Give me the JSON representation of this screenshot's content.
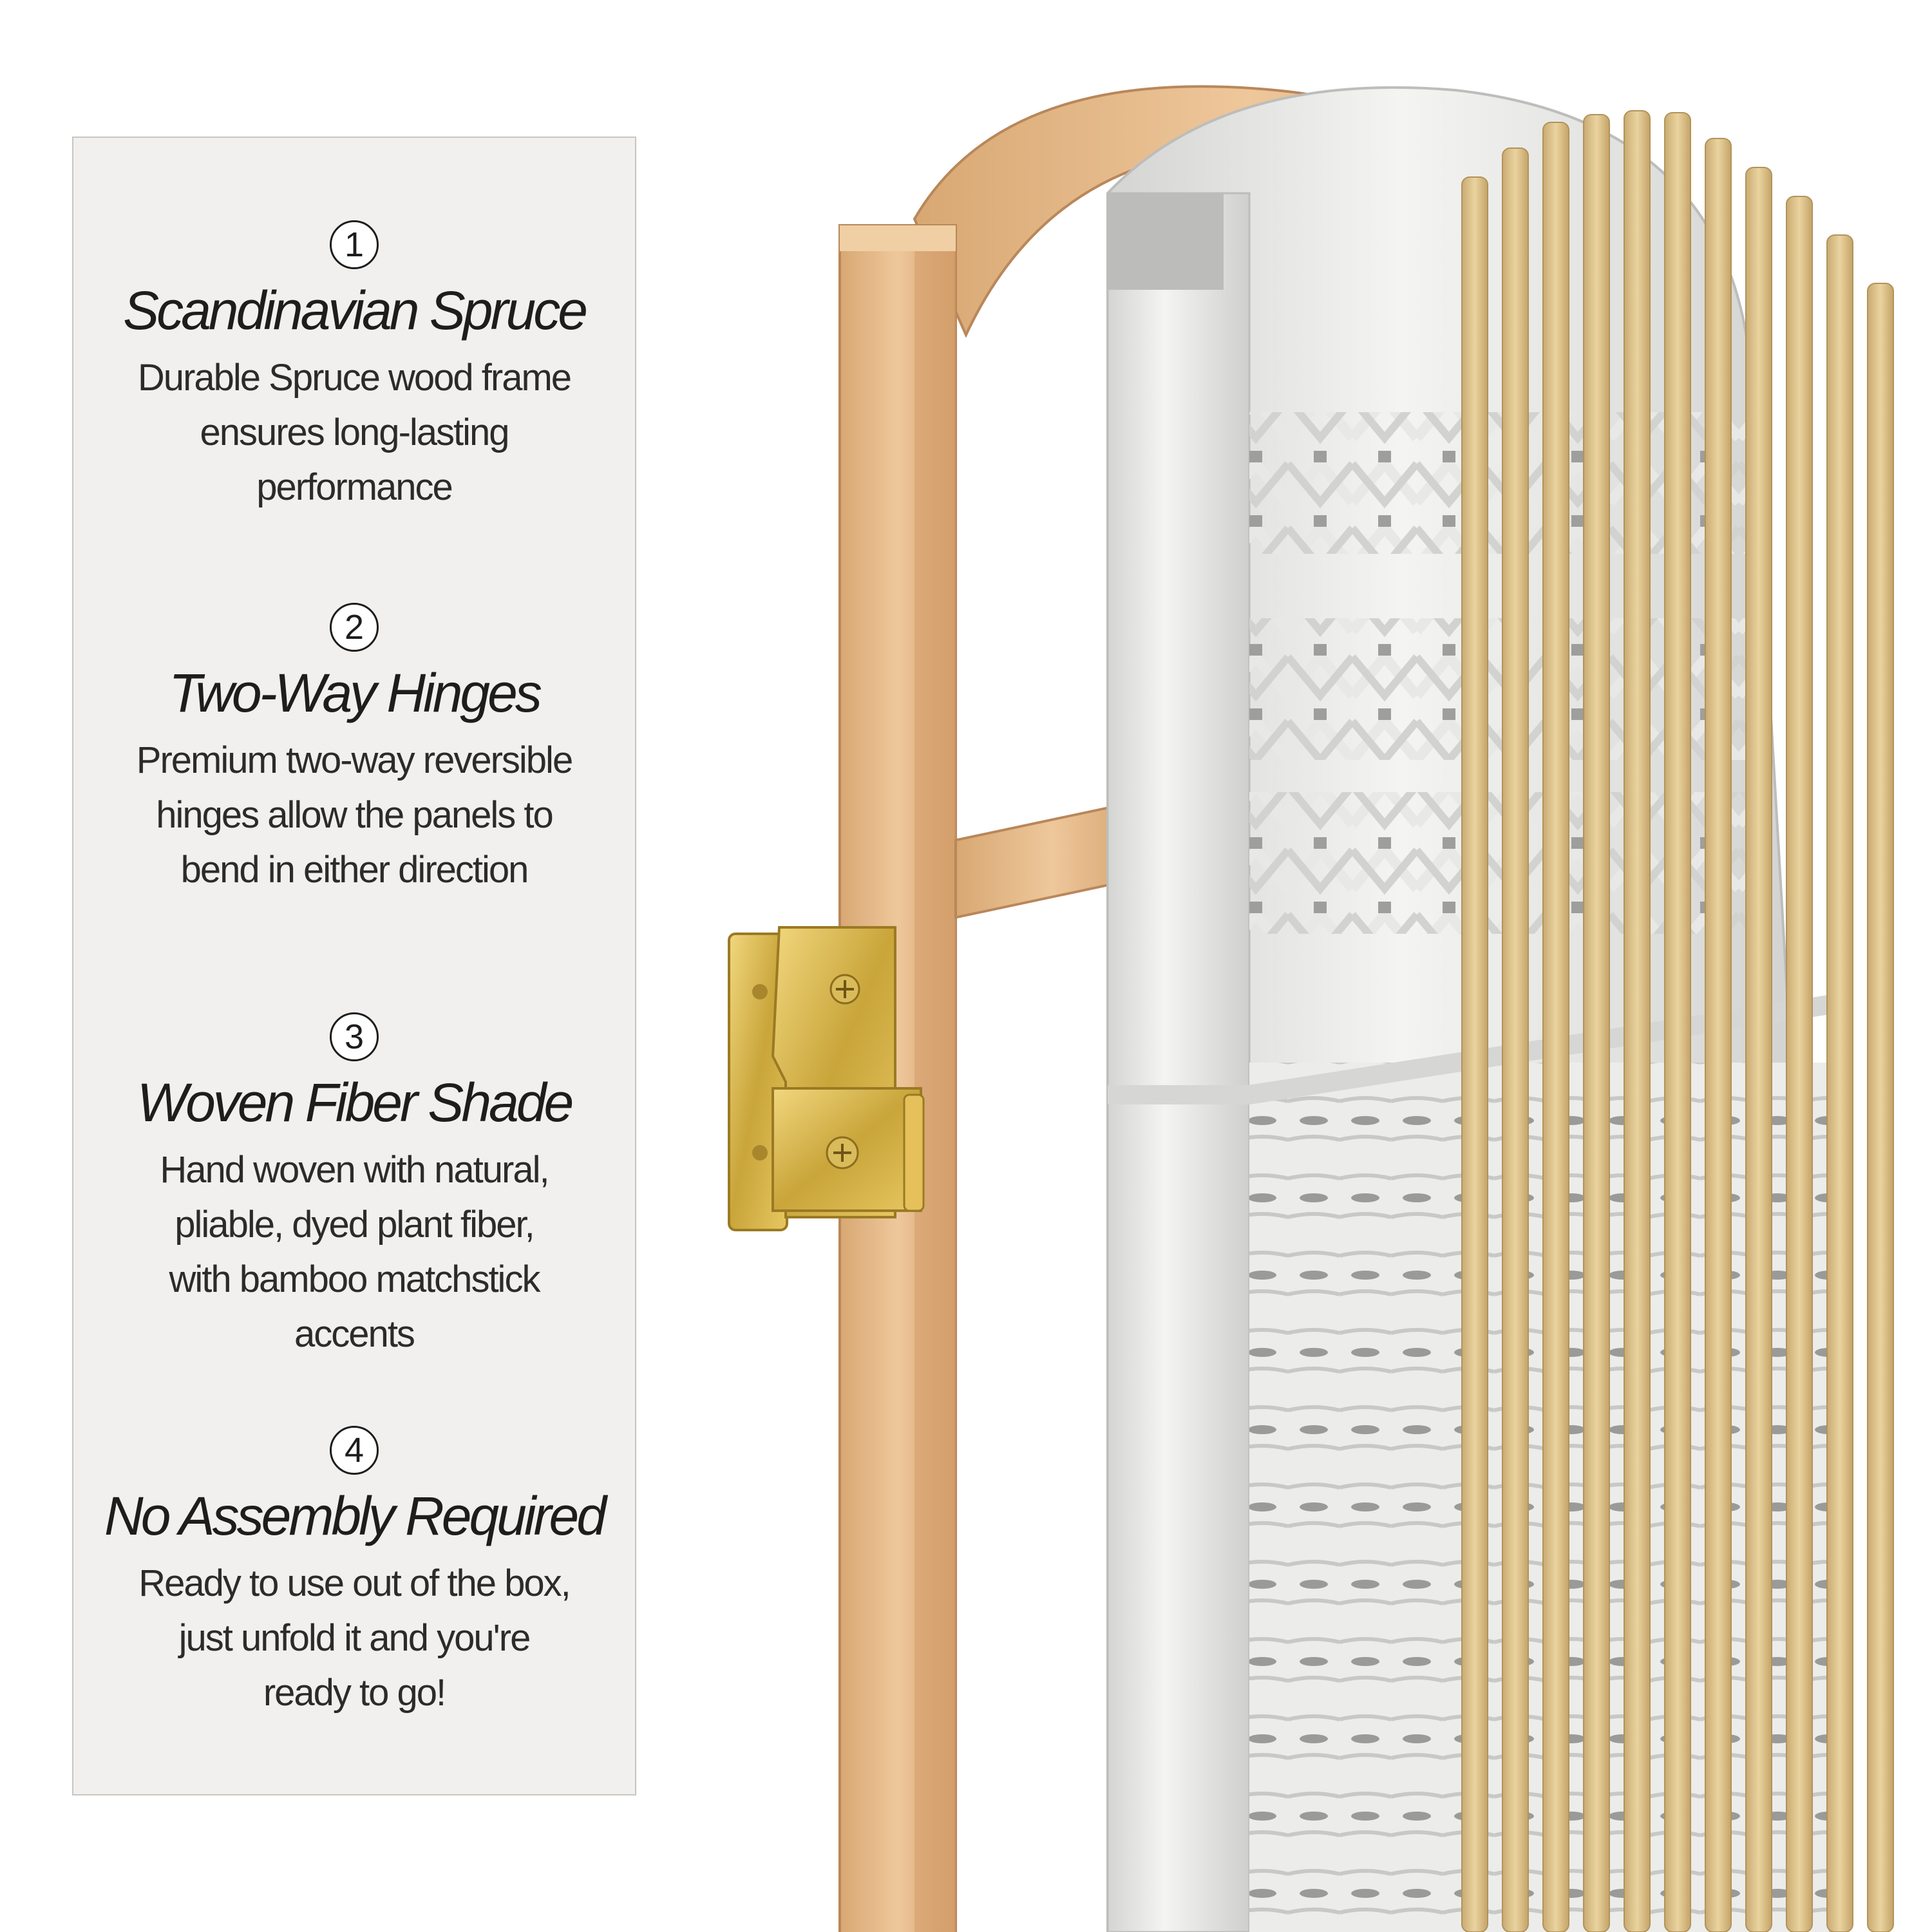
{
  "features": [
    {
      "number": "1",
      "title": "Scandinavian Spruce",
      "lines": [
        "Durable Spruce wood frame",
        "ensures long-lasting",
        "performance"
      ]
    },
    {
      "number": "2",
      "title": "Two-Way Hinges",
      "lines": [
        "Premium two-way reversible",
        "hinges allow the panels to",
        "bend in either direction"
      ]
    },
    {
      "number": "3",
      "title": "Woven Fiber Shade",
      "lines": [
        "Hand woven with natural,",
        "pliable, dyed plant fiber,",
        "with bamboo matchstick",
        "accents"
      ]
    },
    {
      "number": "4",
      "title": "No Assembly Required",
      "lines": [
        "Ready to use out of the box,",
        "just unfold it and you're",
        "ready to go!"
      ]
    }
  ],
  "colors": {
    "panel_background": "#f2f0ee",
    "spruce_wood": "#e2b98a",
    "woven_fiber": "#e9e9e7",
    "bamboo_rods": "#dcc28e",
    "hinge_brass": "#d7b84c"
  }
}
